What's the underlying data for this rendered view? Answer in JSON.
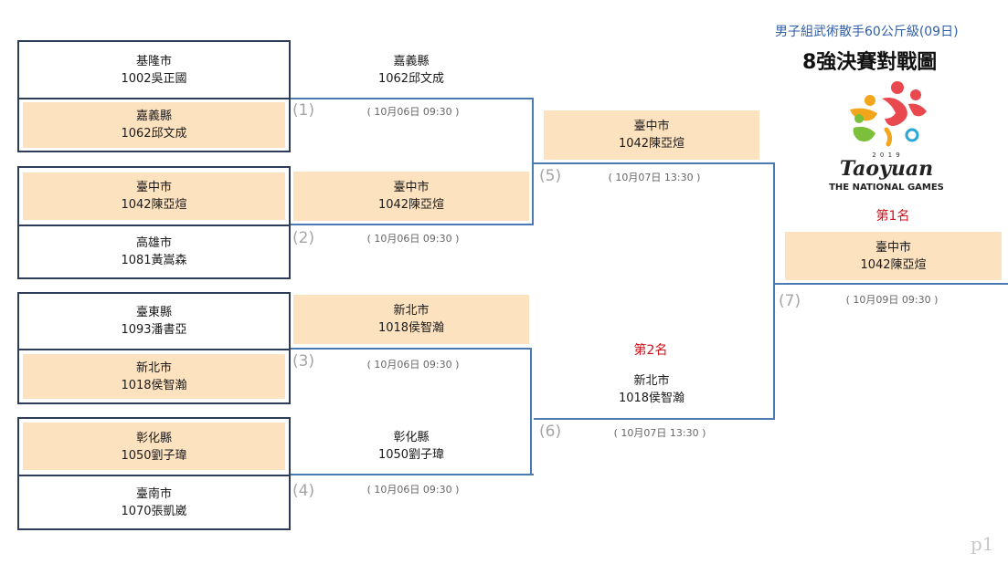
{
  "header": {
    "subtitle": "男子組武術散手60公斤級(09日)",
    "title": "8強決賽對戰圖",
    "logo_year": "2 0 1 9",
    "logo_text": "Taoyuan",
    "games_name": "THE NATIONAL GAMES"
  },
  "round1": [
    {
      "city": "基隆市",
      "name": "1002吳正國"
    },
    {
      "city": "嘉義縣",
      "name": "1062邱文成"
    },
    {
      "city": "臺中市",
      "name": "1042陳亞煊"
    },
    {
      "city": "高雄市",
      "name": "1081黃嵩森"
    },
    {
      "city": "臺東縣",
      "name": "1093潘書亞"
    },
    {
      "city": "新北市",
      "name": "1018侯智瀚"
    },
    {
      "city": "彰化縣",
      "name": "1050劉子瑋"
    },
    {
      "city": "臺南市",
      "name": "1070張凱崴"
    }
  ],
  "round2": [
    {
      "city": "嘉義縣",
      "name": "1062邱文成"
    },
    {
      "city": "臺中市",
      "name": "1042陳亞煊"
    },
    {
      "city": "新北市",
      "name": "1018侯智瀚"
    },
    {
      "city": "彰化縣",
      "name": "1050劉子瑋"
    }
  ],
  "round3": [
    {
      "city": "臺中市",
      "name": "1042陳亞煊"
    },
    {
      "city": "新北市",
      "name": "1018侯智瀚"
    }
  ],
  "champion": {
    "city": "臺中市",
    "name": "1042陳亞煊"
  },
  "labels": {
    "first": "第1名",
    "second": "第2名"
  },
  "matches": [
    {
      "num": "(1)",
      "time": "( 10月06日 09:30 )"
    },
    {
      "num": "(2)",
      "time": "( 10月06日 09:30 )"
    },
    {
      "num": "(3)",
      "time": "( 10月06日 09:30 )"
    },
    {
      "num": "(4)",
      "time": "( 10月06日 09:30 )"
    },
    {
      "num": "(5)",
      "time": "( 10月07日 13:30 )"
    },
    {
      "num": "(6)",
      "time": "( 10月07日 13:30 )"
    },
    {
      "num": "(7)",
      "time": "( 10月09日 09:30 )"
    }
  ],
  "page_label": "p1",
  "colors": {
    "winner_fill": "#fde2c0",
    "bracket_line": "#4a7ab0",
    "box_border": "#2e3d57",
    "subtitle": "#2f5ea8",
    "rank_label": "#d0121b"
  }
}
